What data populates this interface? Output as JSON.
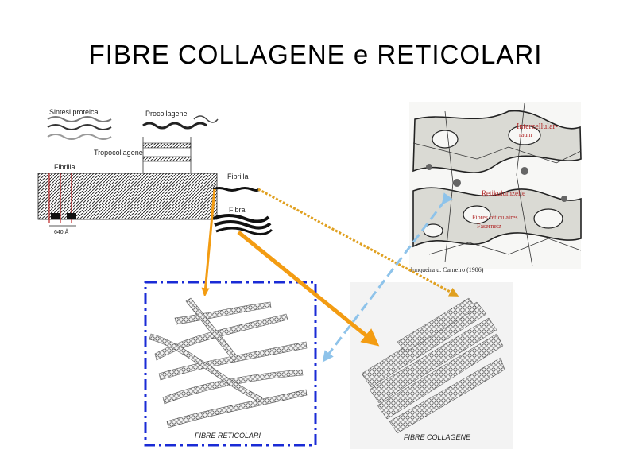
{
  "title": "FIBRE COLLAGENE e RETICOLARI",
  "synthesis": {
    "sintesi": "Sintesi proteica",
    "procollagene": "Procollagene",
    "tropocollagene": "Tropocollagene",
    "fibrilla": "Fibrilla",
    "fibrilla_right": "Fibrilla",
    "fibra": "Fibra",
    "scale": "640 Å"
  },
  "micrograph": {
    "interzellular_1": "Interzellular-",
    "interzellular_2": "raum",
    "retikulum": "Retikulumzelle",
    "fibres_1": "Fibres réticulaires",
    "fibres_2": "Fasernetz",
    "credit": "Junqueira u. Carneiro (1986)"
  },
  "captions": {
    "reticolari": "FIBRE RETICOLARI",
    "collagene": "FIBRE COLLAGENE"
  },
  "colors": {
    "orange": "#f39c12",
    "dotted_orange": "#e0a020",
    "blue_dash": "#8ec3ea",
    "frame_blue": "#1a2bd6"
  }
}
